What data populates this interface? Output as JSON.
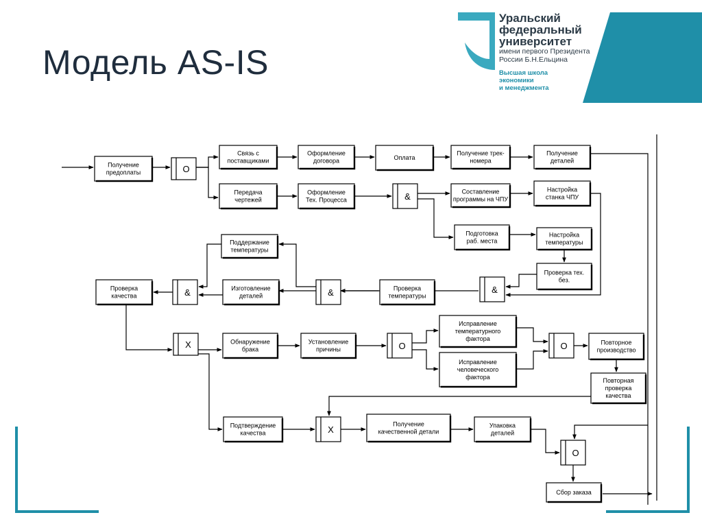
{
  "slide": {
    "title": "Модель AS-IS"
  },
  "logo": {
    "line1": "Уральский",
    "line2": "федеральный",
    "line3": "университет",
    "line4": "имени первого Президента",
    "line5": "России Б.Н.Ельцина",
    "school1": "Высшая школа",
    "school2": "экономики",
    "school3": "и менеджмента"
  },
  "colors": {
    "accent_teal": "#1f8fa8",
    "teal_light": "#3aa9bf",
    "title": "#1f2d3d",
    "line": "#000000"
  },
  "diagram": {
    "processes": [
      {
        "id": "p1",
        "lines": [
          "Получение",
          "предоплаты"
        ]
      },
      {
        "id": "p2",
        "lines": [
          "Связь с",
          "поставщиками"
        ]
      },
      {
        "id": "p3",
        "lines": [
          "Оформление",
          "договора"
        ]
      },
      {
        "id": "p4",
        "lines": [
          "Оплата"
        ]
      },
      {
        "id": "p5",
        "lines": [
          "Получение трек-",
          "номера"
        ]
      },
      {
        "id": "p6",
        "lines": [
          "Получение",
          "деталей"
        ]
      },
      {
        "id": "p7",
        "lines": [
          "Передача",
          "чертежей"
        ]
      },
      {
        "id": "p8",
        "lines": [
          "Оформление",
          "Тех. Процесса"
        ]
      },
      {
        "id": "p9",
        "lines": [
          "Составление",
          "программы на ЧПУ"
        ]
      },
      {
        "id": "p10",
        "lines": [
          "Настройка",
          "станка ЧПУ"
        ]
      },
      {
        "id": "p11",
        "lines": [
          "Подготовка",
          "раб. места"
        ]
      },
      {
        "id": "p12",
        "lines": [
          "Настройка",
          "температуры"
        ]
      },
      {
        "id": "p13",
        "lines": [
          "Проверка тех.",
          "без."
        ]
      },
      {
        "id": "p14",
        "lines": [
          "Поддержание",
          "температуры"
        ]
      },
      {
        "id": "p15",
        "lines": [
          "Изготовление",
          "деталей"
        ]
      },
      {
        "id": "p16",
        "lines": [
          "Проверка",
          "температуры"
        ]
      },
      {
        "id": "p17",
        "lines": [
          "Проверка",
          "качества"
        ]
      },
      {
        "id": "p18",
        "lines": [
          "Обнаружение",
          "брака"
        ]
      },
      {
        "id": "p19",
        "lines": [
          "Установление",
          "причины"
        ]
      },
      {
        "id": "p20",
        "lines": [
          "Исправление",
          "температурного",
          "фактора"
        ]
      },
      {
        "id": "p21",
        "lines": [
          "Исправление",
          "человеческого",
          "фактора"
        ]
      },
      {
        "id": "p22",
        "lines": [
          "Повторное",
          "производство"
        ]
      },
      {
        "id": "p23",
        "lines": [
          "Повторная",
          "проверка",
          "качества"
        ]
      },
      {
        "id": "p24",
        "lines": [
          "Подтверждение",
          "качества"
        ]
      },
      {
        "id": "p25",
        "lines": [
          "Получение",
          "качественной детали"
        ]
      },
      {
        "id": "p26",
        "lines": [
          "Упаковка",
          "деталей"
        ]
      },
      {
        "id": "p27",
        "lines": [
          "Сбор заказа"
        ]
      }
    ],
    "junctions": [
      {
        "id": "j1",
        "symbol": "O"
      },
      {
        "id": "j2",
        "symbol": "&"
      },
      {
        "id": "j3",
        "symbol": "&"
      },
      {
        "id": "j4",
        "symbol": "&"
      },
      {
        "id": "j5",
        "symbol": "&"
      },
      {
        "id": "j6",
        "symbol": "X"
      },
      {
        "id": "j7",
        "symbol": "O"
      },
      {
        "id": "j8",
        "symbol": "O"
      },
      {
        "id": "j9",
        "symbol": "X"
      },
      {
        "id": "j10",
        "symbol": "O"
      }
    ]
  }
}
